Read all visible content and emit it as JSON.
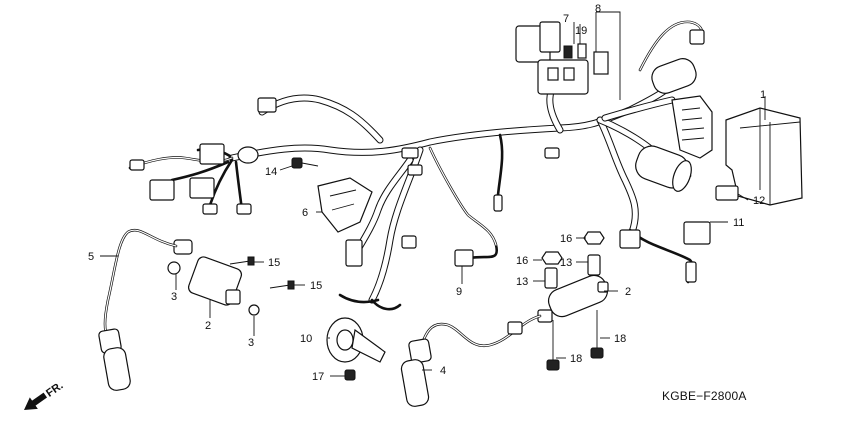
{
  "diagram": {
    "code": "KGBE−F2800A",
    "direction": "FR.",
    "callouts": {
      "c1": "1",
      "c2": "2",
      "c2b": "2",
      "c3a": "3",
      "c3b": "3",
      "c4": "4",
      "c5": "5",
      "c6": "6",
      "c7": "7",
      "c8": "8",
      "c9": "9",
      "c10": "10",
      "c11": "11",
      "c12": "12",
      "c13a": "13",
      "c13b": "13",
      "c14": "14",
      "c15a": "15",
      "c15b": "15",
      "c16a": "16",
      "c16b": "16",
      "c17": "17",
      "c18a": "18",
      "c18b": "18",
      "c19": "19"
    }
  }
}
